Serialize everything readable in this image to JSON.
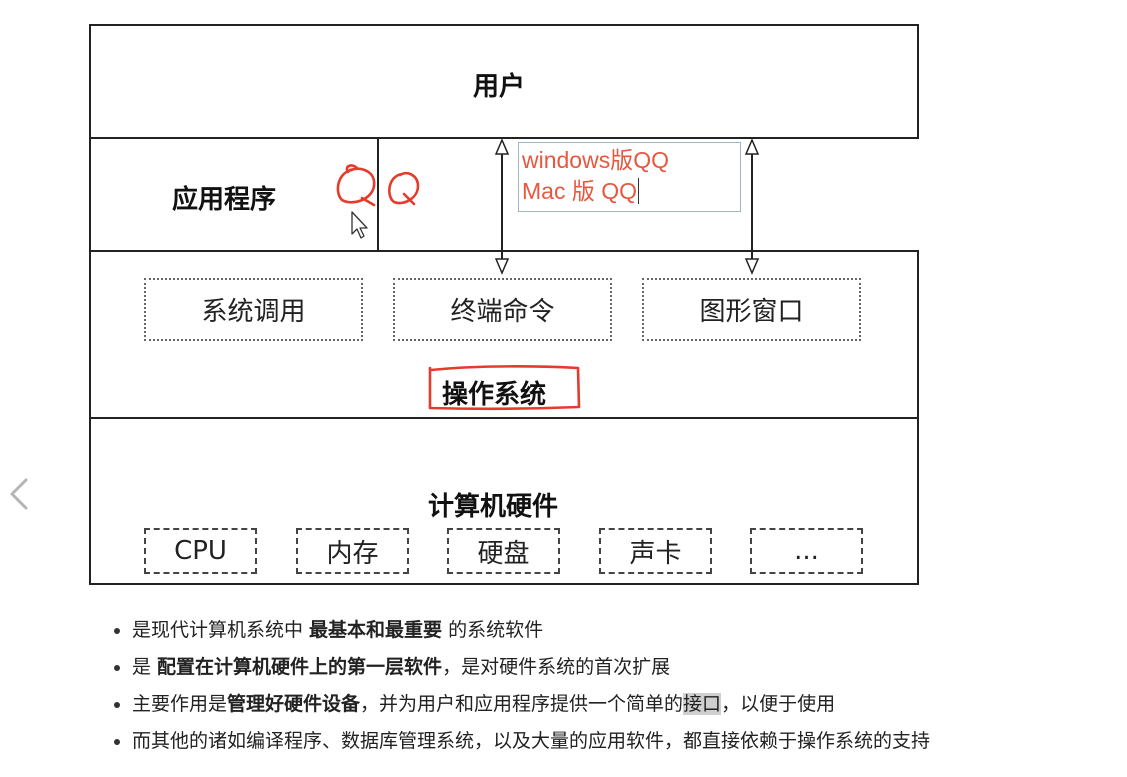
{
  "diagram": {
    "user_title": "用户",
    "app_title": "应用程序",
    "qq_lines": [
      "windows版QQ",
      "Mac 版 QQ"
    ],
    "os_boxes": [
      "系统调用",
      "终端命令",
      "图形窗口"
    ],
    "os_title": "操作系统",
    "hw_title": "计算机硬件",
    "hw_boxes": [
      "CPU",
      "内存",
      "硬盘",
      "声卡",
      "..."
    ],
    "colors": {
      "annotation": "#e53b2c",
      "border": "#222222",
      "qq_text": "#e9573f"
    }
  },
  "nav": {
    "prev_icon": "chevron-left-icon",
    "prev_glyph": "‹"
  },
  "bullets": [
    {
      "pre": "是现代计算机系统中 ",
      "bold": "最基本和最重要",
      "post": " 的系统软件",
      "hl": "",
      "tail": ""
    },
    {
      "pre": "是 ",
      "bold": "配置在计算机硬件上的第一层软件",
      "post": "，是对硬件系统的首次扩展",
      "hl": "",
      "tail": ""
    },
    {
      "pre": "主要作用是",
      "bold": "管理好硬件设备",
      "post": "，并为用户和应用程序提供一个简单的",
      "hl": "接口",
      "tail": "，以便于使用"
    },
    {
      "pre": "而其他的诸如编译程序、数据库管理系统，以及大量的应用软件，都直接依赖于操作系统的支持",
      "bold": "",
      "post": "",
      "hl": "",
      "tail": ""
    }
  ]
}
